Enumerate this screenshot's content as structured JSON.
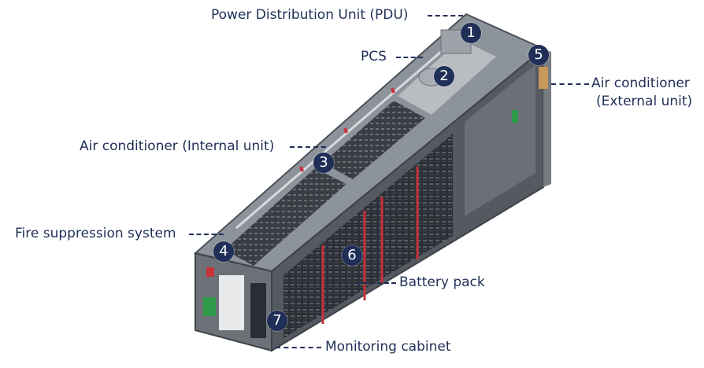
{
  "components": [
    {
      "number": "1",
      "label": "Power Distribution Unit (PDU)"
    },
    {
      "number": "2",
      "label": "PCS"
    },
    {
      "number": "3",
      "label": "Air conditioner (Internal unit)"
    },
    {
      "number": "4",
      "label": "Fire suppression system"
    },
    {
      "number": "5",
      "label": "Air conditioner",
      "label_line2": "(External unit)"
    },
    {
      "number": "6",
      "label": "Battery pack"
    },
    {
      "number": "7",
      "label": "Monitoring cabinet"
    }
  ],
  "colors": {
    "label_text": "#1f2f57",
    "badge": "#1f2f57",
    "container_frame": "#5f6369",
    "battery_rack": "#2c3036",
    "accent_red": "#c8323a",
    "accent_green": "#2f9a4a",
    "white_panel": "#e9eaec"
  }
}
